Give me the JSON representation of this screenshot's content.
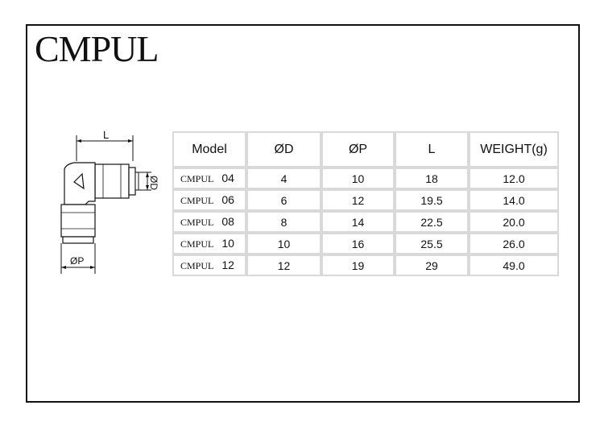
{
  "title": "CMPUL",
  "drawing": {
    "label_l": "L",
    "label_d": "ØD",
    "label_p": "ØP"
  },
  "table": {
    "headers": [
      "Model",
      "ØD",
      "ØP",
      "L",
      "WEIGHT(g)"
    ],
    "rows": [
      {
        "model": "CMPUL",
        "size": "04",
        "d": "4",
        "p": "10",
        "l": "18",
        "weight": "12.0"
      },
      {
        "model": "CMPUL",
        "size": "06",
        "d": "6",
        "p": "12",
        "l": "19.5",
        "weight": "14.0"
      },
      {
        "model": "CMPUL",
        "size": "08",
        "d": "8",
        "p": "14",
        "l": "22.5",
        "weight": "20.0"
      },
      {
        "model": "CMPUL",
        "size": "10",
        "d": "10",
        "p": "16",
        "l": "25.5",
        "weight": "26.0"
      },
      {
        "model": "CMPUL",
        "size": "12",
        "d": "12",
        "p": "19",
        "l": "29",
        "weight": "49.0"
      }
    ]
  }
}
